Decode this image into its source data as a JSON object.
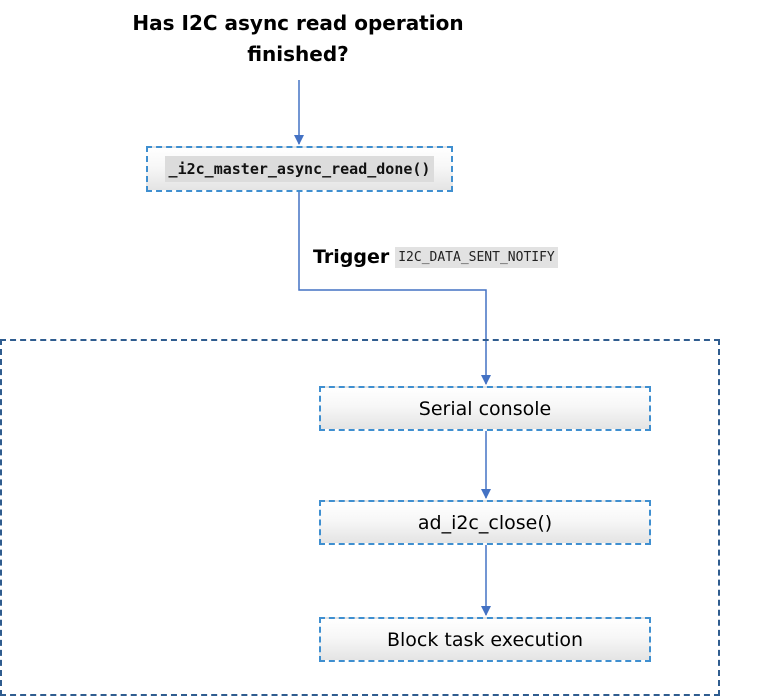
{
  "title": "Has I2C async read operation\nfinished?",
  "nodes": {
    "async_read_done": "_i2c_master_async_read_done()",
    "serial_console": "Serial console",
    "i2c_close": "ad_i2c_close()",
    "block_task": "Block task execution"
  },
  "trigger": {
    "word": "Trigger",
    "signal": "I2C_DATA_SENT_NOTIFY"
  },
  "colors": {
    "node_border": "#3f8fd0",
    "group_border": "#2f5c8f",
    "connector": "#4472c4"
  }
}
